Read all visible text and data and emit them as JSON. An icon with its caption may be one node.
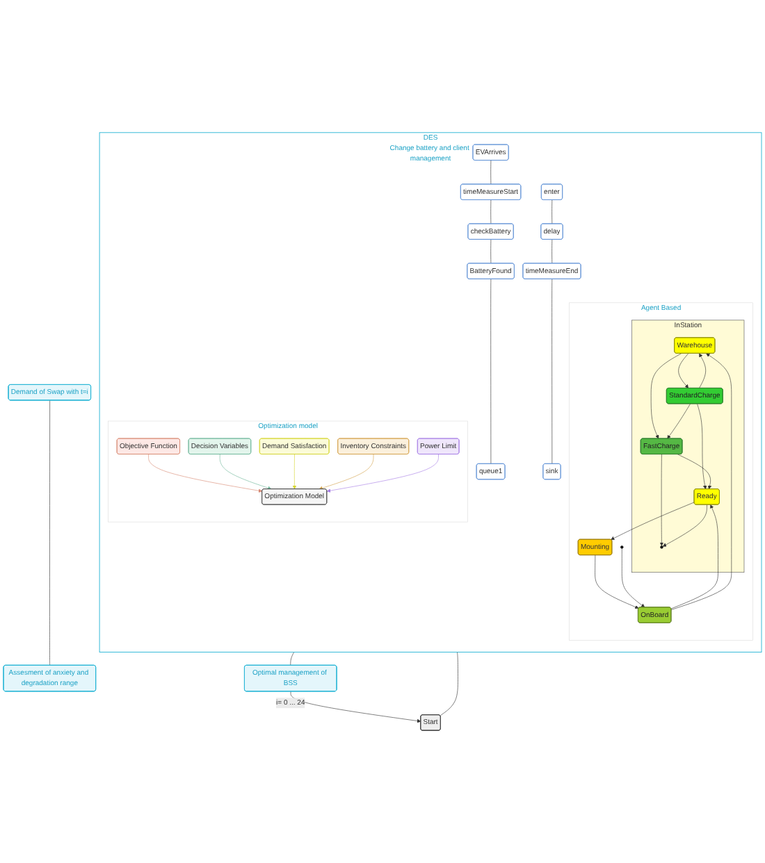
{
  "diagram": {
    "nodes": [
      {
        "text": [
          "Start"
        ]
      },
      {
        "text": [
          "Demand of Swap with t=i"
        ]
      },
      {
        "text": [
          "Assesment of anxiety and degradation range"
        ]
      },
      {
        "text": [
          "DES",
          "Change battery and client management"
        ]
      },
      {
        "text": [
          "EVArrives"
        ],
        "in": 3
      },
      {
        "text": [
          "timeMeasureStart"
        ],
        "in": 3
      },
      {
        "text": [
          "checkBattery"
        ],
        "in": 3
      },
      {
        "text": [
          "BatteryFound"
        ],
        "in": 3
      },
      {
        "text": [
          "queue1"
        ],
        "in": 3
      },
      {
        "text": [
          "enter"
        ],
        "in": 3
      },
      {
        "text": [
          "delay"
        ],
        "in": 3
      },
      {
        "text": [
          "timeMeasureEnd"
        ],
        "in": 3
      },
      {
        "text": [
          "sink"
        ],
        "in": 3
      },
      {
        "text": [
          "Agent Based"
        ],
        "in": 3
      },
      {
        "text": [
          "InStation"
        ],
        "in": 13
      },
      {
        "text": [
          "Warehouse"
        ],
        "in": 14
      },
      {
        "text": [
          "StandardCharge"
        ],
        "in": 14
      },
      {
        "text": [
          "FastCharge"
        ],
        "in": 14
      },
      {
        "text": [
          "Ready"
        ],
        "in": 14
      },
      {
        "text": [],
        "shape": "circle",
        "in": 14
      },
      {
        "text": [
          "Mounting"
        ],
        "in": 13
      },
      {
        "text": [],
        "shape": "circle",
        "in": 13
      },
      {
        "text": [
          "OnBoard"
        ],
        "in": 13
      },
      {
        "text": [
          "Optimization model"
        ],
        "in": 3
      },
      {
        "text": [
          "Objective Function"
        ],
        "in": 23
      },
      {
        "text": [
          "Decision Variables"
        ],
        "in": 23
      },
      {
        "text": [
          "Demand Satisfaction"
        ],
        "in": 23
      },
      {
        "text": [
          "Inventory Constraints"
        ],
        "in": 23
      },
      {
        "text": [
          "Power Limit"
        ],
        "in": 23
      },
      {
        "text": [
          "Optimization Model"
        ],
        "in": 23
      },
      {
        "text": [
          "Optimal management of BSS"
        ]
      }
    ],
    "edges": [
      {
        "from": 0,
        "to": 3,
        "arrow": "none"
      },
      {
        "from": 1,
        "to": 2,
        "arrow": "none"
      },
      {
        "from": 4,
        "to": 5,
        "arrow": "none"
      },
      {
        "from": 5,
        "to": 6,
        "arrow": "none"
      },
      {
        "from": 6,
        "to": 7,
        "arrow": "none"
      },
      {
        "from": 7,
        "to": 8,
        "arrow": "none"
      },
      {
        "from": 9,
        "to": 10,
        "arrow": "none"
      },
      {
        "from": 10,
        "to": 11,
        "arrow": "none"
      },
      {
        "from": 11,
        "to": 12,
        "arrow": "none"
      },
      {
        "from": 15,
        "to": 16,
        "arrow": "to"
      },
      {
        "from": 16,
        "to": 15,
        "arrow": "to"
      },
      {
        "from": 15,
        "to": 17,
        "arrow": "to"
      },
      {
        "from": 16,
        "to": 17,
        "arrow": "to"
      },
      {
        "from": 16,
        "to": 18,
        "arrow": "to"
      },
      {
        "from": 17,
        "to": 18,
        "arrow": "to"
      },
      {
        "from": 17,
        "to": 19,
        "arrow": "to"
      },
      {
        "from": 18,
        "to": 19,
        "arrow": "to"
      },
      {
        "from": 18,
        "to": 20,
        "arrow": "to"
      },
      {
        "from": 20,
        "to": 22,
        "arrow": "to"
      },
      {
        "from": 22,
        "to": 18,
        "arrow": "to"
      },
      {
        "from": 22,
        "to": 15,
        "arrow": "to"
      },
      {
        "from": 21,
        "to": 22,
        "arrow": "to"
      },
      {
        "from": 24,
        "to": 29,
        "arrow": "to",
        "color": "#d98a74"
      },
      {
        "from": 25,
        "to": 29,
        "arrow": "to",
        "color": "#6fb79a"
      },
      {
        "from": 26,
        "to": 29,
        "arrow": "to",
        "color": "#d6d62e"
      },
      {
        "from": 27,
        "to": 29,
        "arrow": "to",
        "color": "#d4a24c"
      },
      {
        "from": 28,
        "to": 29,
        "arrow": "to",
        "color": "#a77de6"
      },
      {
        "from": 3,
        "to": 30,
        "arrow": "none"
      },
      {
        "from": 30,
        "to": 0,
        "label": "i= 0 ... 24",
        "arrow": "to"
      }
    ]
  }
}
